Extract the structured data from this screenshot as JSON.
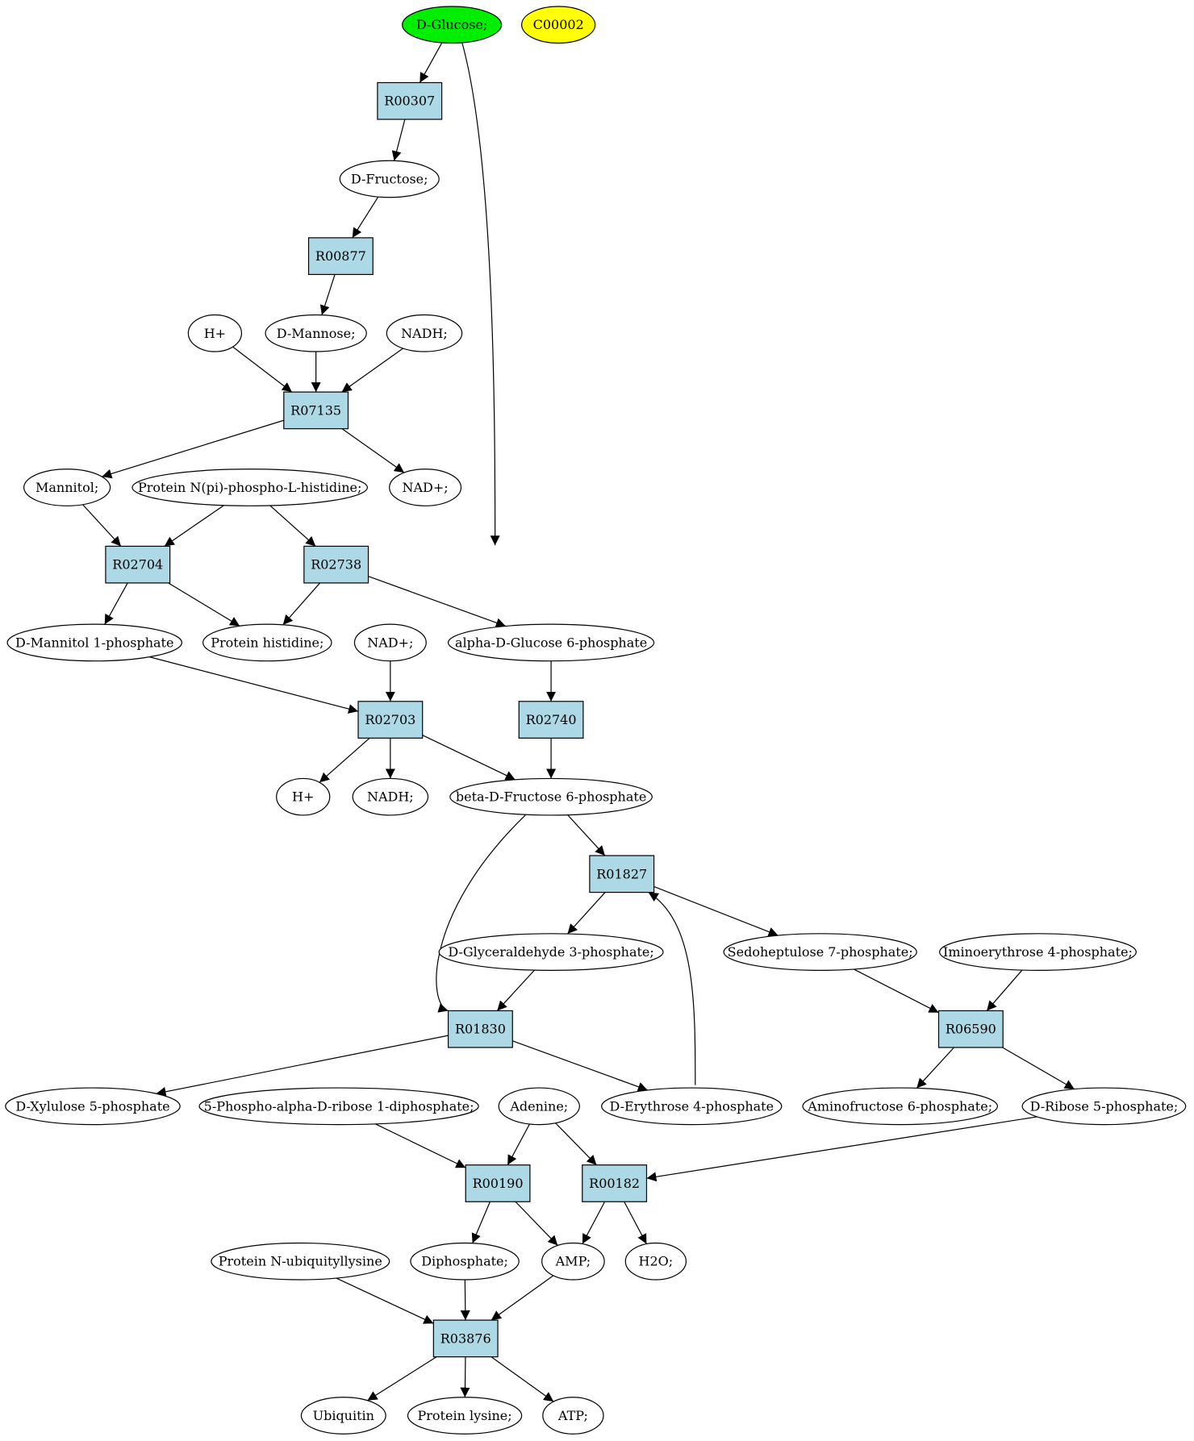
{
  "colors": {
    "source_node": "#00ee00",
    "target_node": "#ffff00",
    "reaction_node": "#add8e6",
    "compound_node": "#ffffff"
  },
  "nodes": [
    {
      "id": "glucose",
      "shape": "ellipse",
      "label": "D-Glucose;",
      "color": "source_node"
    },
    {
      "id": "c00002",
      "shape": "ellipse",
      "label": "C00002",
      "color": "target_node"
    },
    {
      "id": "r00307",
      "shape": "box",
      "label": "R00307"
    },
    {
      "id": "fructose",
      "shape": "ellipse",
      "label": "D-Fructose;"
    },
    {
      "id": "r00877",
      "shape": "box",
      "label": "R00877"
    },
    {
      "id": "hplus1",
      "shape": "ellipse",
      "label": "H+"
    },
    {
      "id": "mannose",
      "shape": "ellipse",
      "label": "D-Mannose;"
    },
    {
      "id": "nadh1",
      "shape": "ellipse",
      "label": "NADH;"
    },
    {
      "id": "r07135",
      "shape": "box",
      "label": "R07135"
    },
    {
      "id": "mannitol",
      "shape": "ellipse",
      "label": "Mannitol;"
    },
    {
      "id": "protein_nphos",
      "shape": "ellipse",
      "label": "Protein N(pi)-phospho-L-histidine;"
    },
    {
      "id": "nadplus1",
      "shape": "ellipse",
      "label": "NAD+;"
    },
    {
      "id": "r02704",
      "shape": "box",
      "label": "R02704"
    },
    {
      "id": "r02738",
      "shape": "box",
      "label": "R02738"
    },
    {
      "id": "mannitol1p",
      "shape": "ellipse",
      "label": "D-Mannitol 1-phosphate"
    },
    {
      "id": "protein_his",
      "shape": "ellipse",
      "label": "Protein histidine;"
    },
    {
      "id": "nadplus2",
      "shape": "ellipse",
      "label": "NAD+;"
    },
    {
      "id": "aglc6p",
      "shape": "ellipse",
      "label": "alpha-D-Glucose 6-phosphate"
    },
    {
      "id": "r02703",
      "shape": "box",
      "label": "R02703"
    },
    {
      "id": "r02740",
      "shape": "box",
      "label": "R02740"
    },
    {
      "id": "hplus2",
      "shape": "ellipse",
      "label": "H+"
    },
    {
      "id": "nadh2",
      "shape": "ellipse",
      "label": "NADH;"
    },
    {
      "id": "bfru6p",
      "shape": "ellipse",
      "label": "beta-D-Fructose 6-phosphate"
    },
    {
      "id": "r01827",
      "shape": "box",
      "label": "R01827"
    },
    {
      "id": "gap",
      "shape": "ellipse",
      "label": "D-Glyceraldehyde 3-phosphate;"
    },
    {
      "id": "s7p",
      "shape": "ellipse",
      "label": "Sedoheptulose 7-phosphate;"
    },
    {
      "id": "imino",
      "shape": "ellipse",
      "label": "Iminoerythrose 4-phosphate;"
    },
    {
      "id": "r01830",
      "shape": "box",
      "label": "R01830"
    },
    {
      "id": "r06590",
      "shape": "box",
      "label": "R06590"
    },
    {
      "id": "xyl5p",
      "shape": "ellipse",
      "label": "D-Xylulose 5-phosphate"
    },
    {
      "id": "prpp",
      "shape": "ellipse",
      "label": "5-Phospho-alpha-D-ribose 1-diphosphate;"
    },
    {
      "id": "adenine",
      "shape": "ellipse",
      "label": "Adenine;"
    },
    {
      "id": "e4p",
      "shape": "ellipse",
      "label": "D-Erythrose 4-phosphate"
    },
    {
      "id": "aminofru6p",
      "shape": "ellipse",
      "label": "Aminofructose 6-phosphate;"
    },
    {
      "id": "rib5p",
      "shape": "ellipse",
      "label": "D-Ribose 5-phosphate;"
    },
    {
      "id": "r00190",
      "shape": "box",
      "label": "R00190"
    },
    {
      "id": "r00182",
      "shape": "box",
      "label": "R00182"
    },
    {
      "id": "ubiqlys",
      "shape": "ellipse",
      "label": "Protein N-ubiquityllysine"
    },
    {
      "id": "diphosphate",
      "shape": "ellipse",
      "label": "Diphosphate;"
    },
    {
      "id": "amp",
      "shape": "ellipse",
      "label": "AMP;"
    },
    {
      "id": "h2o",
      "shape": "ellipse",
      "label": "H2O;"
    },
    {
      "id": "r03876",
      "shape": "box",
      "label": "R03876"
    },
    {
      "id": "ubiquitin",
      "shape": "ellipse",
      "label": "Ubiquitin"
    },
    {
      "id": "protein_lys",
      "shape": "ellipse",
      "label": "Protein lysine;"
    },
    {
      "id": "atp",
      "shape": "ellipse",
      "label": "ATP;"
    }
  ],
  "edges": [
    {
      "from": "glucose",
      "to": "r00307"
    },
    {
      "from": "r00307",
      "to": "fructose"
    },
    {
      "from": "fructose",
      "to": "r00877"
    },
    {
      "from": "r00877",
      "to": "mannose"
    },
    {
      "from": "hplus1",
      "to": "r07135"
    },
    {
      "from": "mannose",
      "to": "r07135"
    },
    {
      "from": "nadh1",
      "to": "r07135"
    },
    {
      "from": "r07135",
      "to": "mannitol"
    },
    {
      "from": "r07135",
      "to": "nadplus1"
    },
    {
      "from": "glucose",
      "to": "r02738"
    },
    {
      "from": "mannitol",
      "to": "r02704"
    },
    {
      "from": "protein_nphos",
      "to": "r02704"
    },
    {
      "from": "protein_nphos",
      "to": "r02738"
    },
    {
      "from": "r02704",
      "to": "mannitol1p"
    },
    {
      "from": "r02704",
      "to": "protein_his"
    },
    {
      "from": "r02738",
      "to": "protein_his"
    },
    {
      "from": "r02738",
      "to": "aglc6p"
    },
    {
      "from": "mannitol1p",
      "to": "r02703"
    },
    {
      "from": "nadplus2",
      "to": "r02703"
    },
    {
      "from": "aglc6p",
      "to": "r02740"
    },
    {
      "from": "r02703",
      "to": "hplus2"
    },
    {
      "from": "r02703",
      "to": "nadh2"
    },
    {
      "from": "r02703",
      "to": "bfru6p"
    },
    {
      "from": "r02740",
      "to": "bfru6p"
    },
    {
      "from": "bfru6p",
      "to": "r01827"
    },
    {
      "from": "bfru6p",
      "to": "r01830"
    },
    {
      "from": "r01827",
      "to": "gap"
    },
    {
      "from": "r01827",
      "to": "s7p"
    },
    {
      "from": "gap",
      "to": "r01830"
    },
    {
      "from": "s7p",
      "to": "r06590"
    },
    {
      "from": "imino",
      "to": "r06590"
    },
    {
      "from": "r01830",
      "to": "xyl5p"
    },
    {
      "from": "r01830",
      "to": "e4p"
    },
    {
      "from": "e4p",
      "to": "r01827"
    },
    {
      "from": "r06590",
      "to": "aminofru6p"
    },
    {
      "from": "r06590",
      "to": "rib5p"
    },
    {
      "from": "prpp",
      "to": "r00190"
    },
    {
      "from": "adenine",
      "to": "r00190"
    },
    {
      "from": "adenine",
      "to": "r00182"
    },
    {
      "from": "rib5p",
      "to": "r00182"
    },
    {
      "from": "r00190",
      "to": "diphosphate"
    },
    {
      "from": "r00190",
      "to": "amp"
    },
    {
      "from": "r00182",
      "to": "amp"
    },
    {
      "from": "r00182",
      "to": "h2o"
    },
    {
      "from": "ubiqlys",
      "to": "r03876"
    },
    {
      "from": "diphosphate",
      "to": "r03876"
    },
    {
      "from": "amp",
      "to": "r03876"
    },
    {
      "from": "r03876",
      "to": "ubiquitin"
    },
    {
      "from": "r03876",
      "to": "protein_lys"
    },
    {
      "from": "r03876",
      "to": "atp"
    }
  ]
}
